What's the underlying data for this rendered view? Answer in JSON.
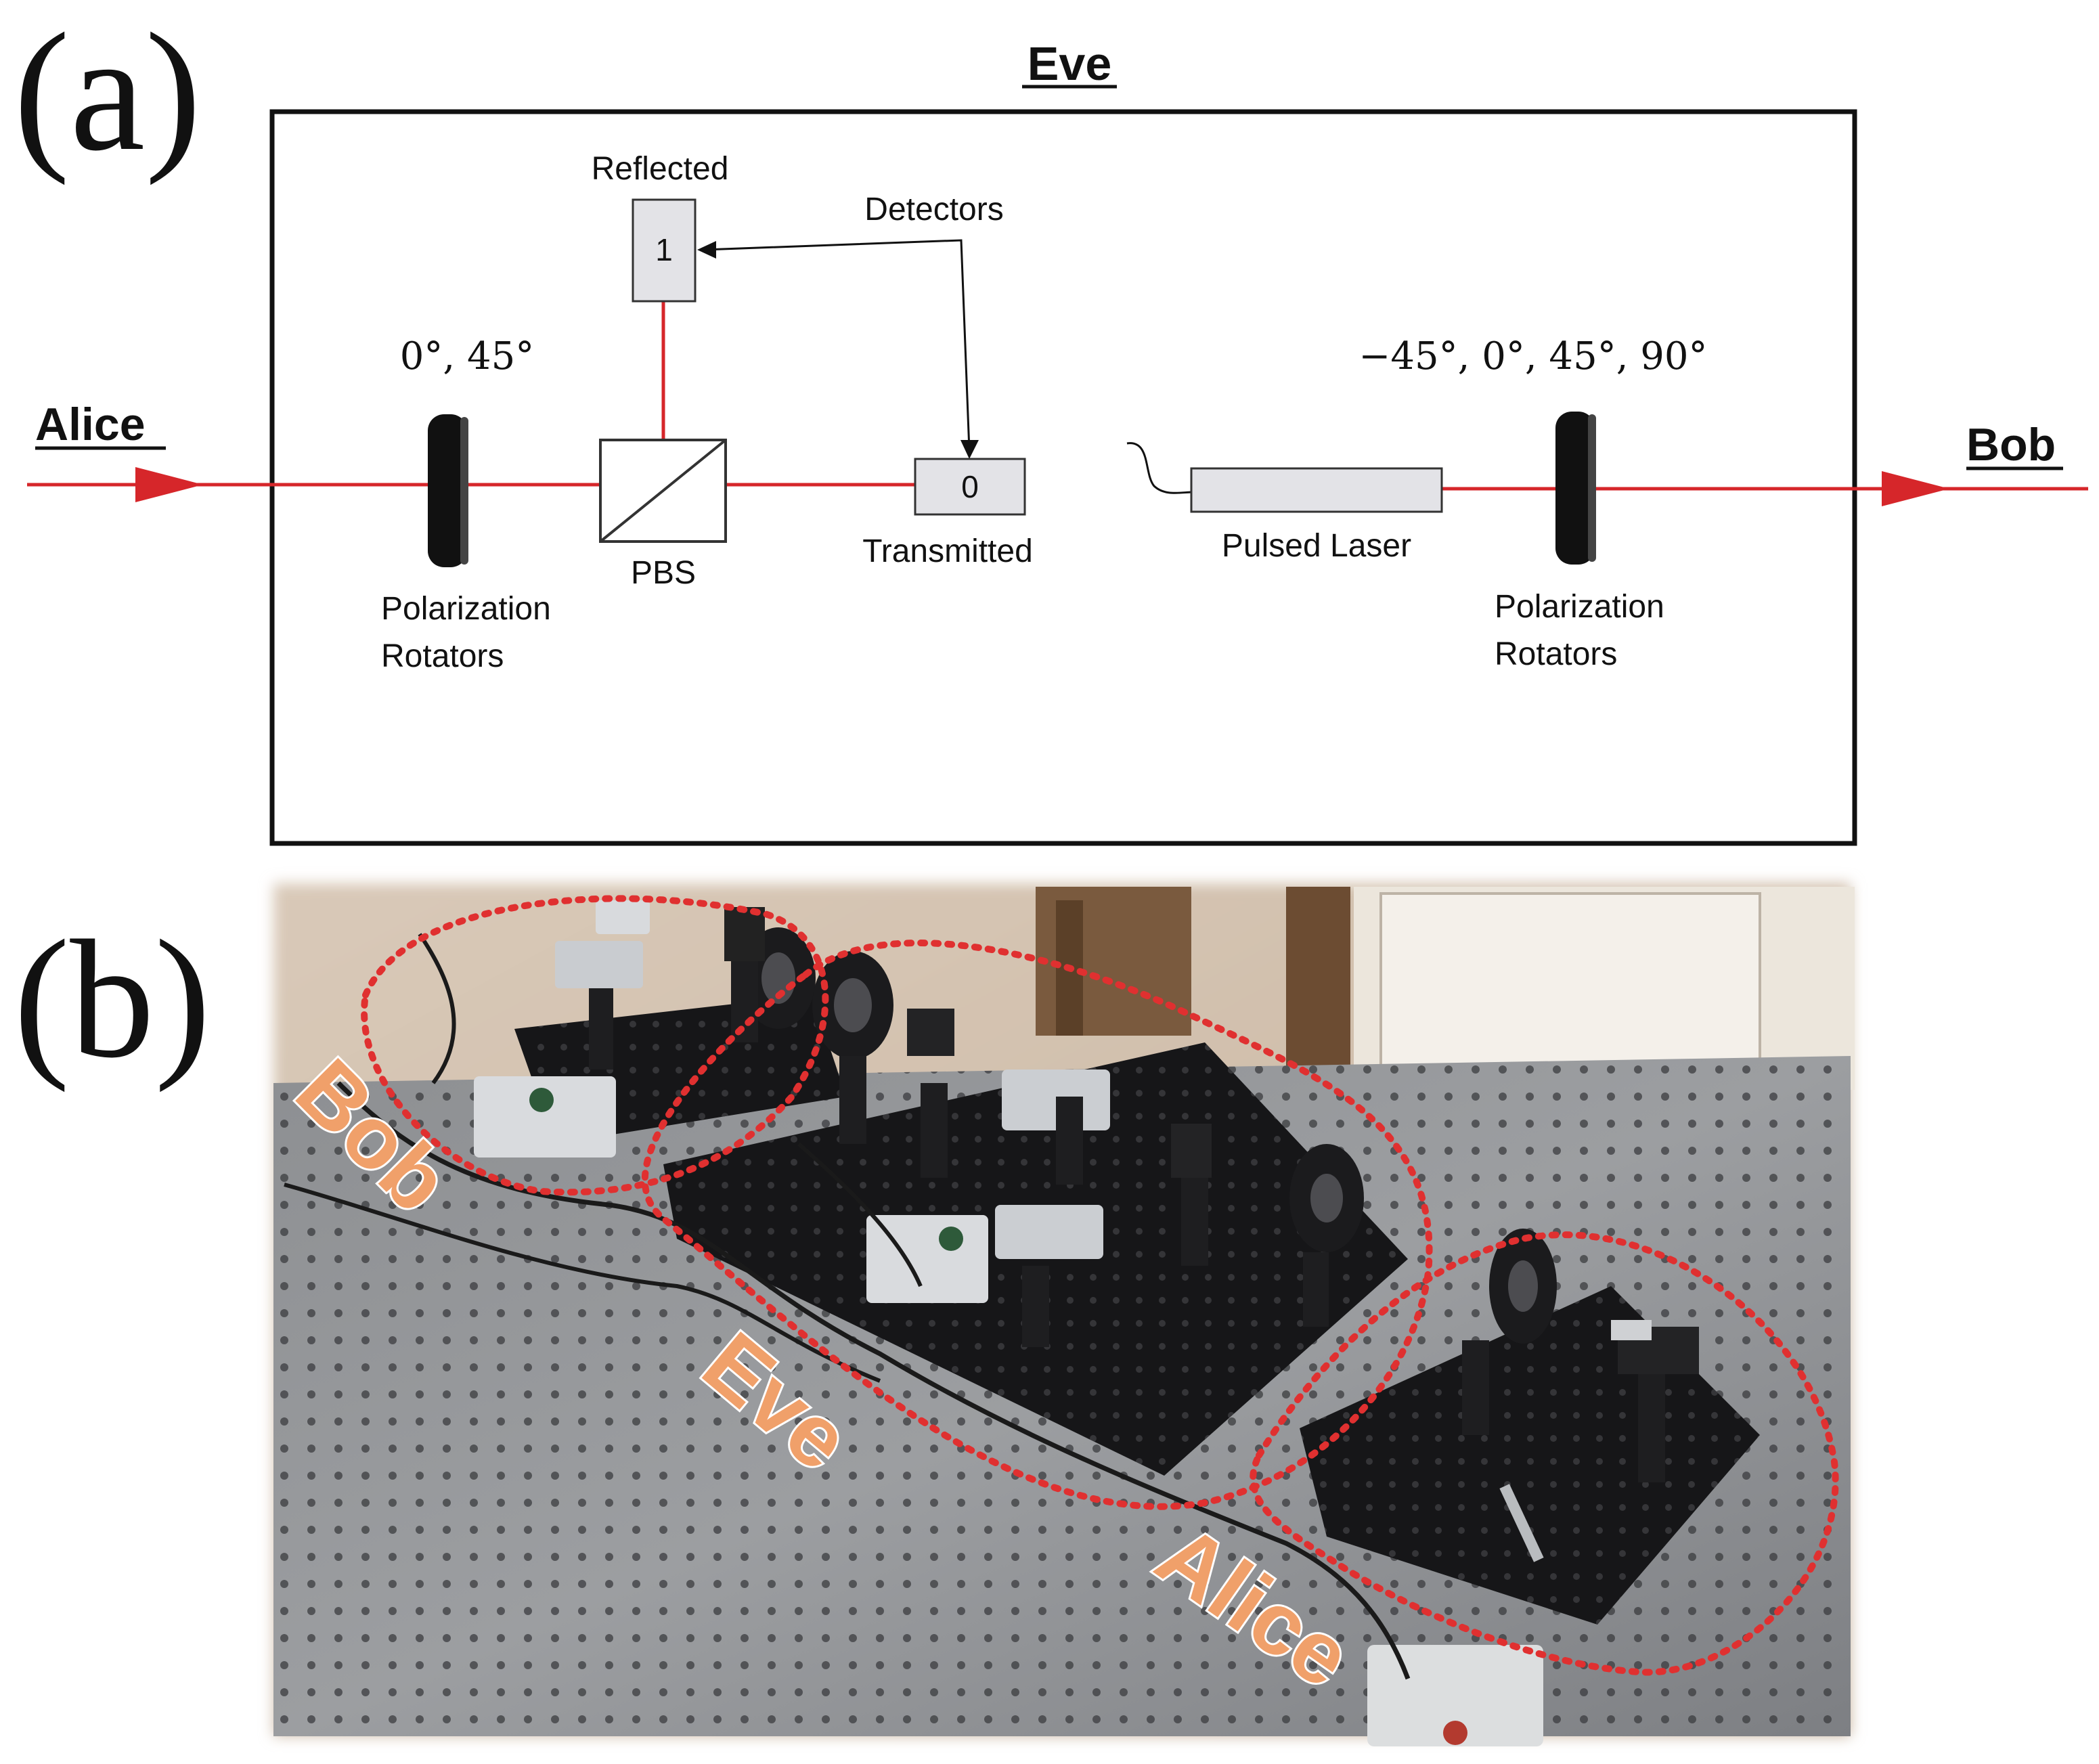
{
  "panel_a": {
    "label": "(a)",
    "eve_title": "Eve",
    "alice_label": "Alice",
    "bob_label": "Bob",
    "angles_left": "0°, 45°",
    "angles_right": "−45°, 0°, 45°, 90°",
    "reflected_label": "Reflected",
    "detectors_label": "Detectors",
    "detector_reflected_value": "1",
    "detector_transmitted_value": "0",
    "transmitted_label": "Transmitted",
    "pbs_label": "PBS",
    "pulsed_laser_label": "Pulsed Laser",
    "rotators_left_line1": "Polarization",
    "rotators_left_line2": "Rotators",
    "rotators_right_line1": "Polarization",
    "rotators_right_line2": "Rotators"
  },
  "panel_b": {
    "label": "(b)",
    "bob_label": "Bob",
    "eve_label": "Eve",
    "alice_label": "Alice"
  },
  "colors": {
    "beam": "#d6262a",
    "box_fill": "#e3e3e7",
    "photo_label": "#f0a06a",
    "dotted_outline": "#e03030"
  }
}
